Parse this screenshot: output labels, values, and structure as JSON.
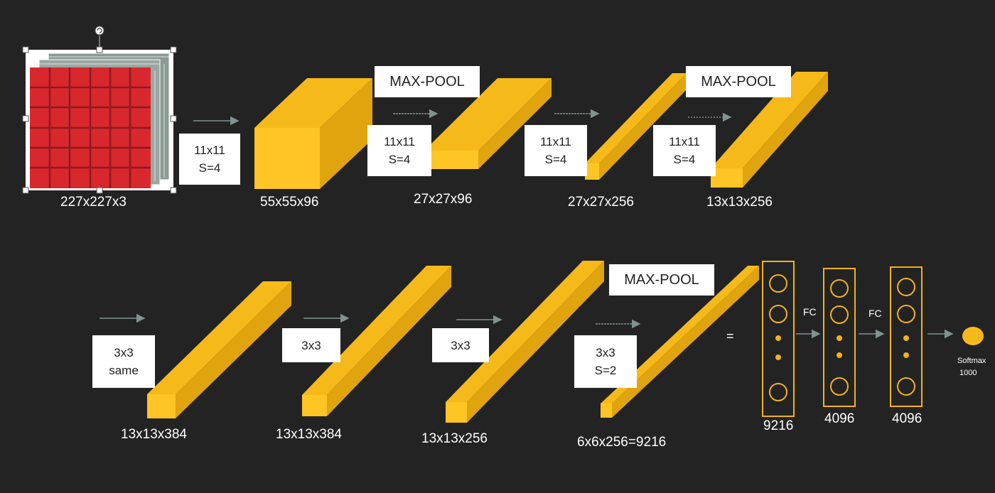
{
  "colors": {
    "background": "#232323",
    "block_front": "#FFC524",
    "block_top": "#F6B91A",
    "block_side": "#E0A40E",
    "input_pixel": "#D8282E",
    "input_grid": "#8C9A94",
    "arrow": "#7F9391",
    "label": "#FFFFFF"
  },
  "input": {
    "label": "227x227x3",
    "rotate_icon": "rotate-handle-icon"
  },
  "row1": {
    "conv1": {
      "line1": "11x11",
      "line2": "S=4",
      "out": "55x55x96"
    },
    "pool1": {
      "title": "MAX-POOL",
      "line1": "11x11",
      "line2": "S=4",
      "out": "27x27x96"
    },
    "conv2": {
      "line1": "11x11",
      "line2": "S=4",
      "out": "27x27x256"
    },
    "pool2": {
      "title": "MAX-POOL",
      "line1": "11x11",
      "line2": "S=4",
      "out": "13x13x256"
    }
  },
  "row2": {
    "conv3": {
      "line1": "3x3",
      "line2": "same",
      "out": "13x13x384"
    },
    "conv4": {
      "line1": "3x3",
      "out": "13x13x384"
    },
    "conv5": {
      "line1": "3x3",
      "out": "13x13x256"
    },
    "pool3": {
      "title": "MAX-POOL",
      "line1": "3x3",
      "line2": "S=2",
      "out": "6x6x256=9216"
    }
  },
  "fc": {
    "equals": "=",
    "layer1": "9216",
    "label1": "FC",
    "layer2": "4096",
    "label2": "FC",
    "layer3": "4096",
    "softmax": "Softmax",
    "softmax_n": "1000"
  }
}
